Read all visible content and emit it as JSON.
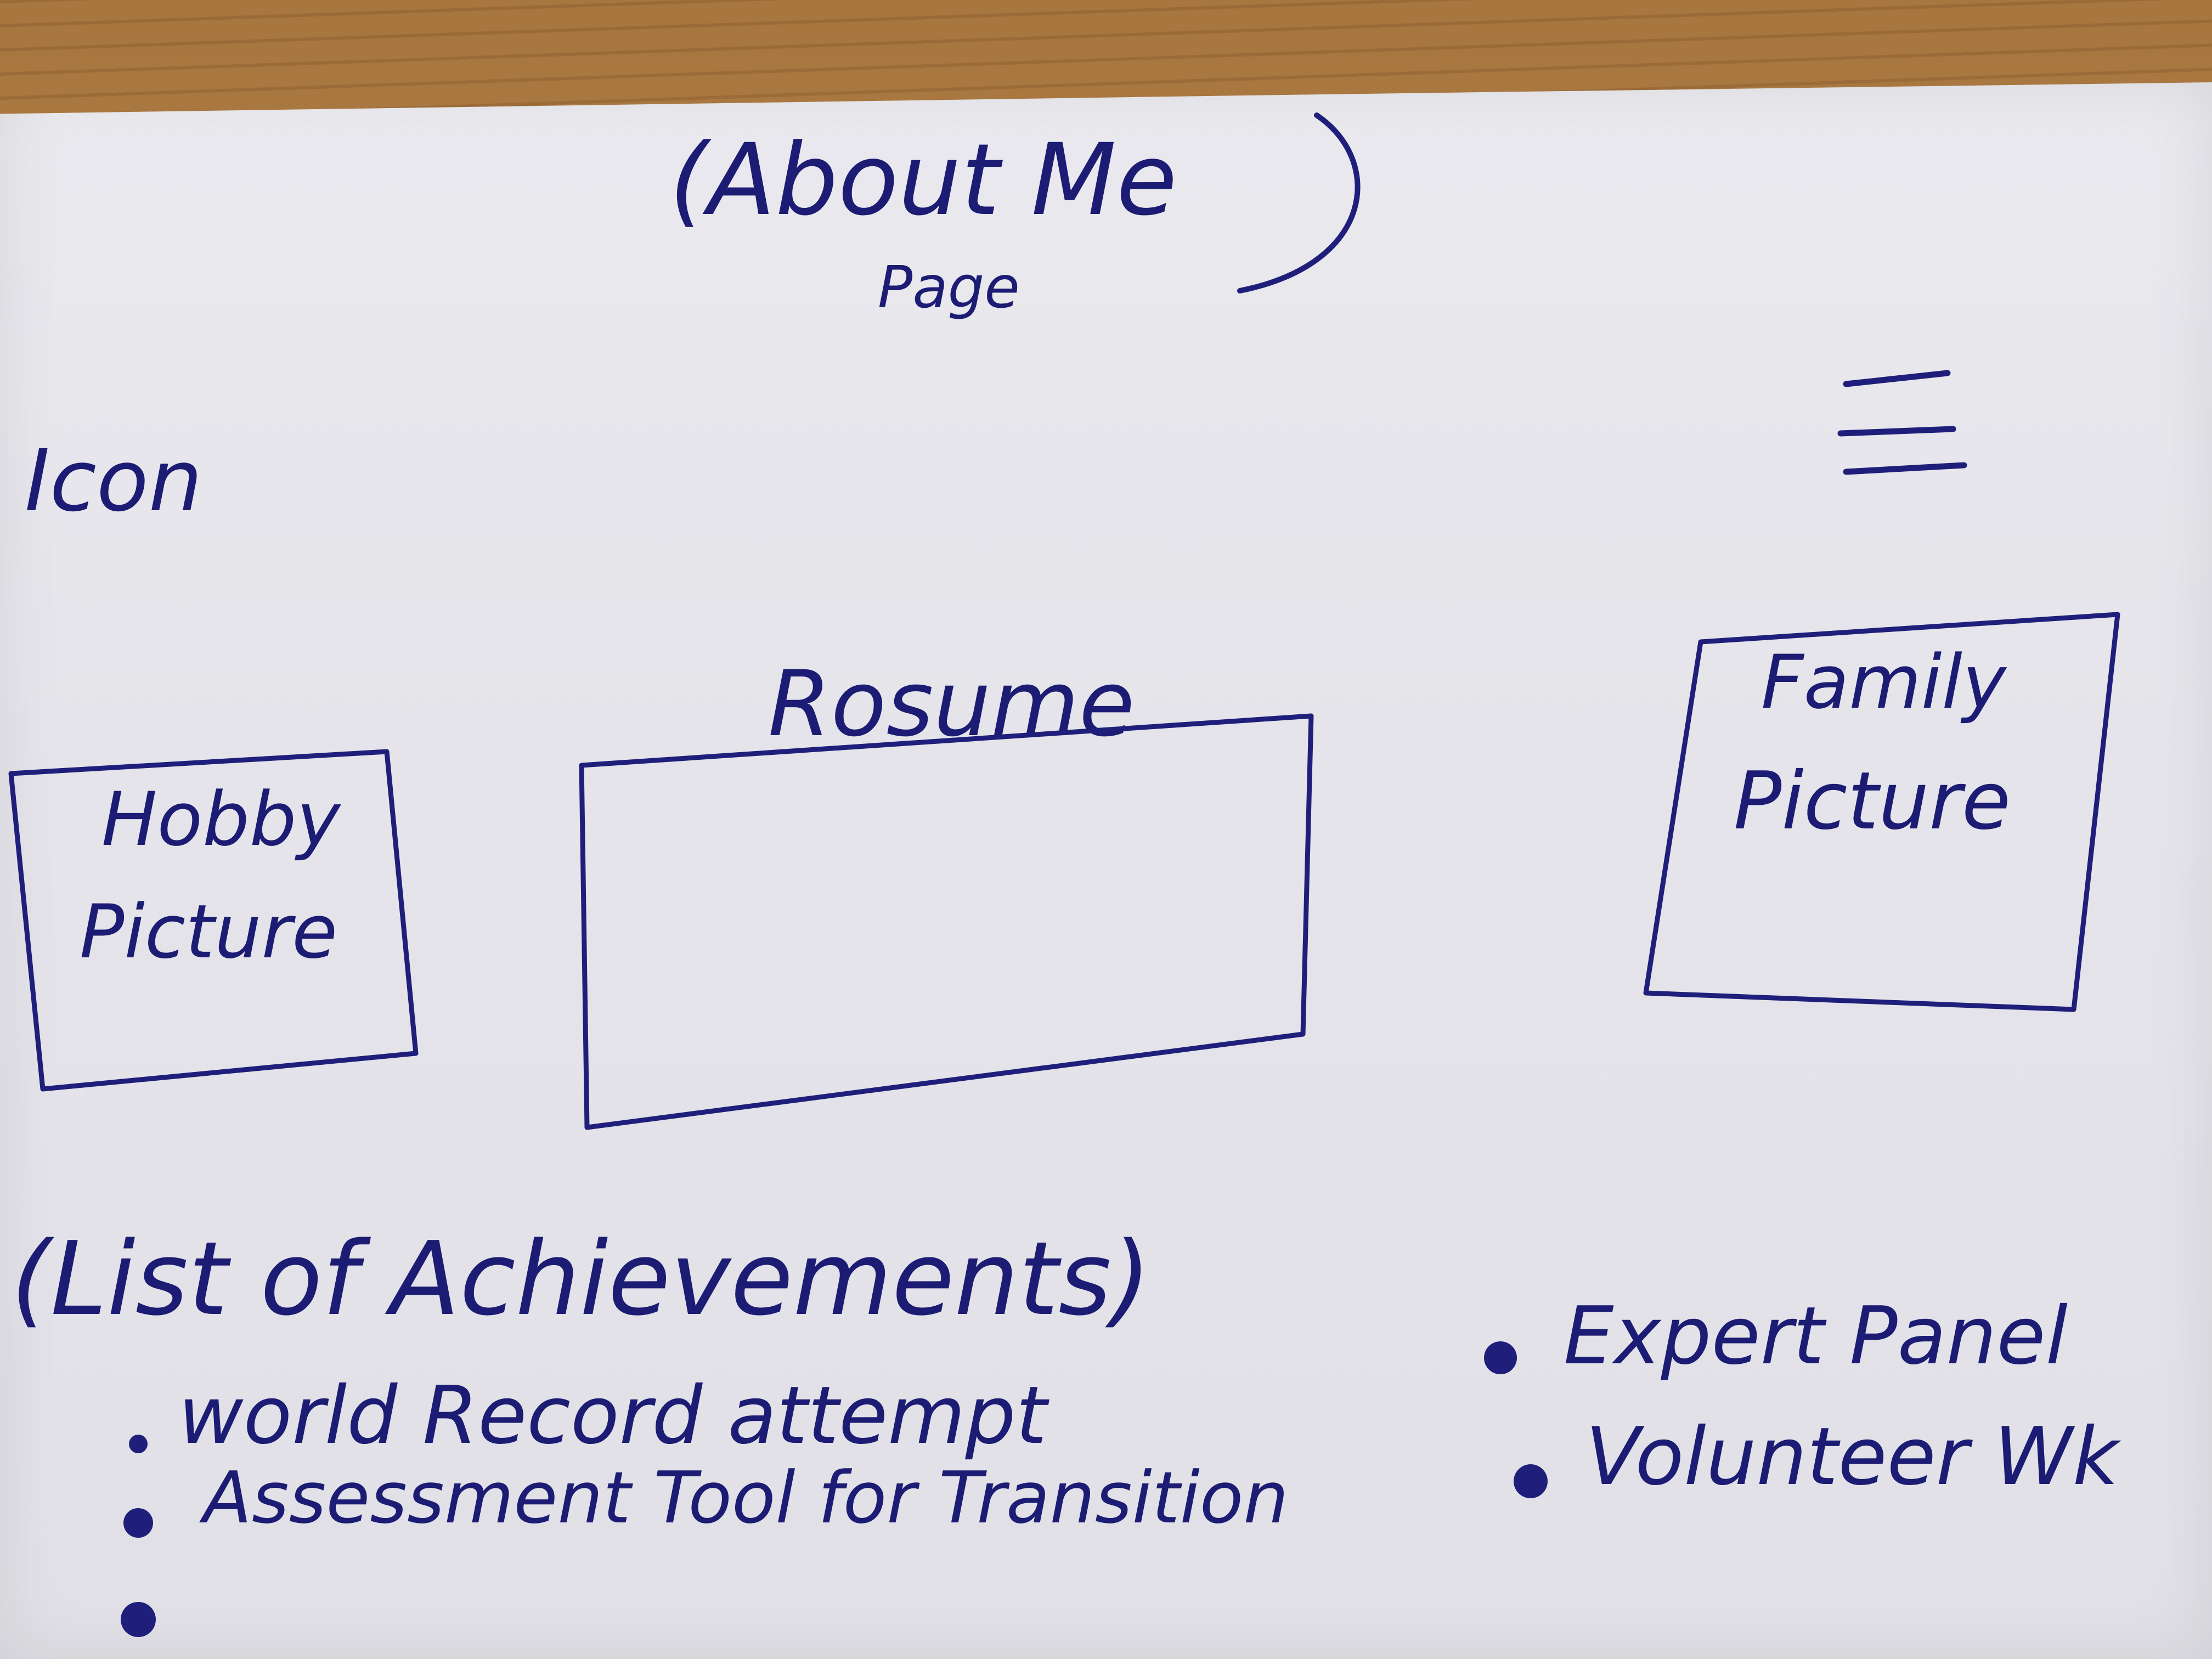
{
  "sketch": {
    "title_line1": "(About Me",
    "title_line2": "Page",
    "title_close": ")",
    "icon_label": "Icon",
    "menu_icon": "hamburger-menu-icon",
    "resume_label": "Rosume",
    "hobby_label_line1": "Hobby",
    "hobby_label_line2": "Picture",
    "family_label_line1": "Family",
    "family_label_line2": "Picture",
    "achievements_heading": "(List of Achievements)",
    "achievements_left": [
      "world Record attempt",
      "Assessment Tool for Transition",
      ""
    ],
    "achievements_right": [
      "Expert Panel",
      "Volunteer Wk"
    ],
    "ink_color": "#1f1f7b",
    "paper_color": "#e6e6ec",
    "wood_color": "#ad7c43"
  }
}
